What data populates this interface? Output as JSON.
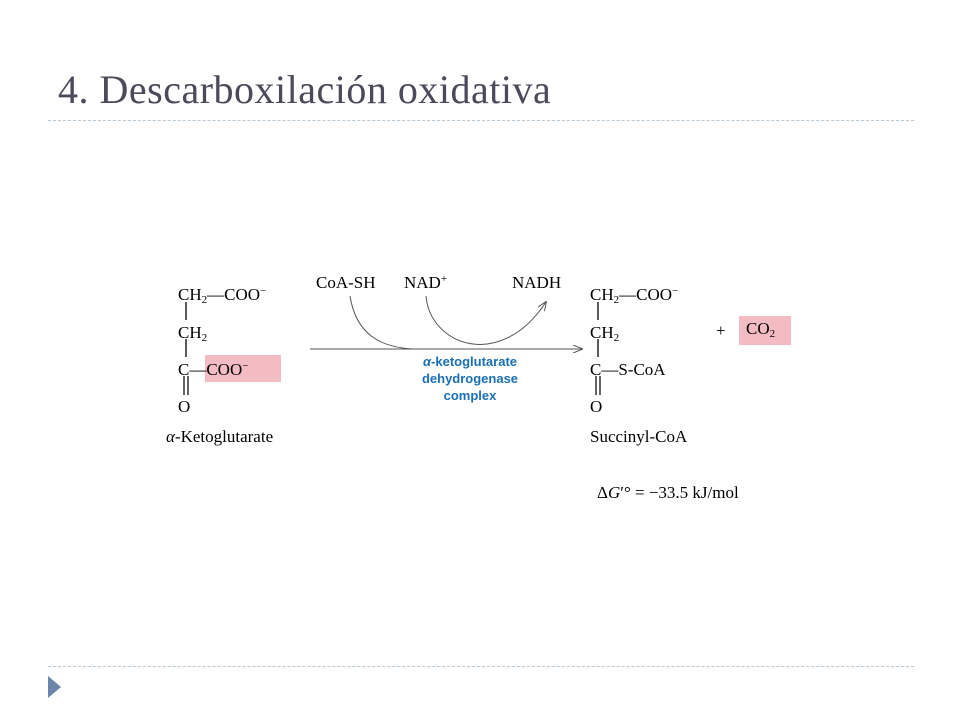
{
  "slide": {
    "title": "4. Descarboxilación oxidativa"
  },
  "reaction": {
    "reactant": {
      "line1_a": "CH",
      "line1_b": "2",
      "line1_c": "—COO",
      "line1_d": "−",
      "line2_a": "CH",
      "line2_b": "2",
      "line3_a": "C—",
      "line3_b": "COO",
      "line3_c": "−",
      "line4": "O",
      "name_prefix": "α",
      "name": "-Ketoglutarate"
    },
    "product": {
      "line1_a": "CH",
      "line1_b": "2",
      "line1_c": "—COO",
      "line1_d": "−",
      "line2_a": "CH",
      "line2_b": "2",
      "line3": "C—S-CoA",
      "line4": "O",
      "name": "Succinyl-CoA"
    },
    "cofactor_in": "CoA-SH",
    "nad": "NAD",
    "nad_charge": "+",
    "nadh": "NADH",
    "plus": "+",
    "co2_a": "CO",
    "co2_b": "2",
    "enzyme": {
      "line1_prefix": "α",
      "line1": "-ketoglutarate",
      "line2": "dehydrogenase",
      "line3": "complex"
    },
    "energy": {
      "delta": "Δ",
      "g": "G",
      "prime": "′°",
      "equals": " = ",
      "value": "−33.5 kJ/mol"
    }
  },
  "colors": {
    "highlight": "#f2bcc2",
    "enzyme_text": "#1a6fb5",
    "title_text": "#4a4a5a",
    "bullet": "#6a86a8"
  }
}
